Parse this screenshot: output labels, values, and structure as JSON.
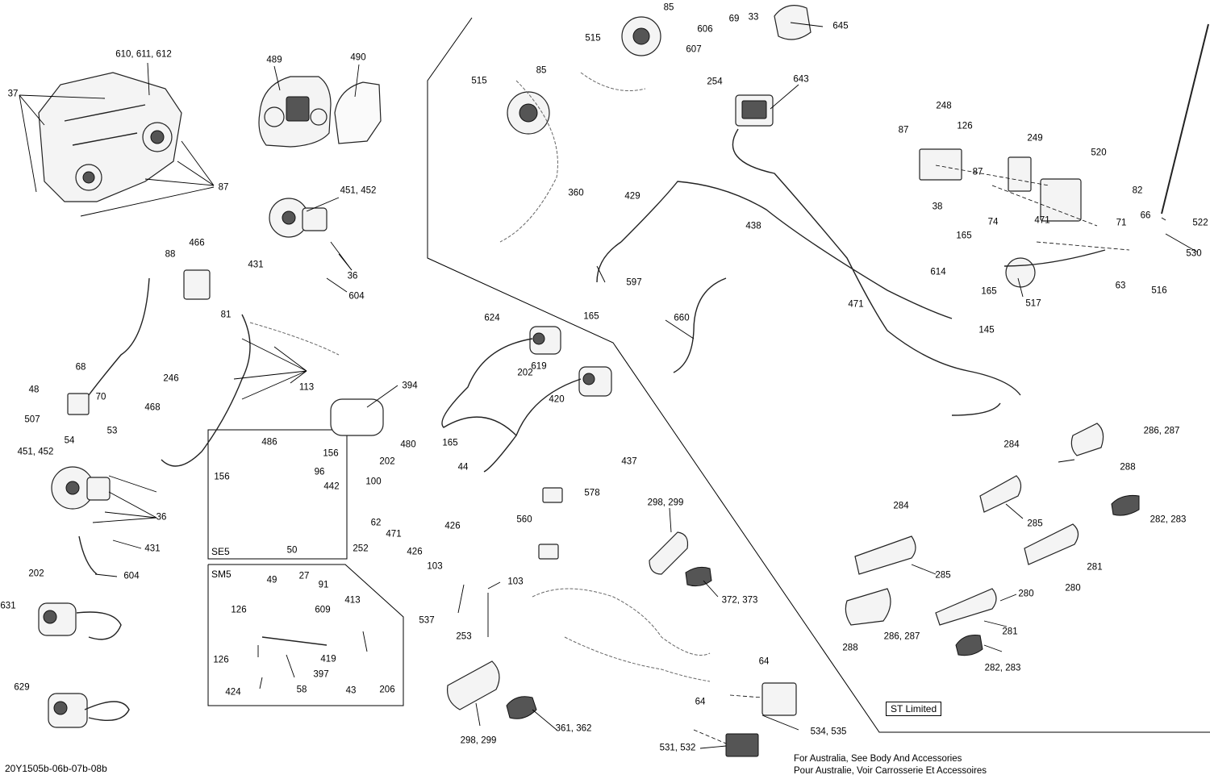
{
  "drawing_code": "20Y1505b-06b-07b-08b",
  "note_lines": [
    "For Australia, See Body And Accessories",
    "Pour Australie, Voir Carrosserie Et Accessoires"
  ],
  "st_limited_label": "ST Limited",
  "inset_labels": {
    "se5": "SE5",
    "sm5": "SM5"
  },
  "callouts": [
    "610, 611, 612",
    "37",
    "87",
    "489",
    "490",
    "451, 452",
    "466",
    "88",
    "81",
    "431",
    "36",
    "604",
    "68",
    "48",
    "70",
    "507",
    "53",
    "54",
    "246",
    "468",
    "113",
    "394",
    "486",
    "156",
    "96",
    "442",
    "50",
    "202",
    "631",
    "629",
    "49",
    "27",
    "91",
    "609",
    "413",
    "126",
    "419",
    "397",
    "58",
    "424",
    "43",
    "206",
    "515",
    "85",
    "606",
    "69",
    "33",
    "607",
    "254",
    "645",
    "643",
    "360",
    "429",
    "597",
    "165",
    "438",
    "660",
    "624",
    "619",
    "420",
    "437",
    "578",
    "560",
    "480",
    "44",
    "100",
    "62",
    "471",
    "426",
    "252",
    "103",
    "537",
    "253",
    "298, 299",
    "372, 373",
    "361, 362",
    "64",
    "534, 535",
    "531, 532",
    "248",
    "249",
    "520",
    "82",
    "38",
    "74",
    "71",
    "66",
    "522",
    "530",
    "516",
    "63",
    "517",
    "614",
    "145",
    "286, 287",
    "288",
    "284",
    "285",
    "282, 283",
    "281",
    "280"
  ]
}
